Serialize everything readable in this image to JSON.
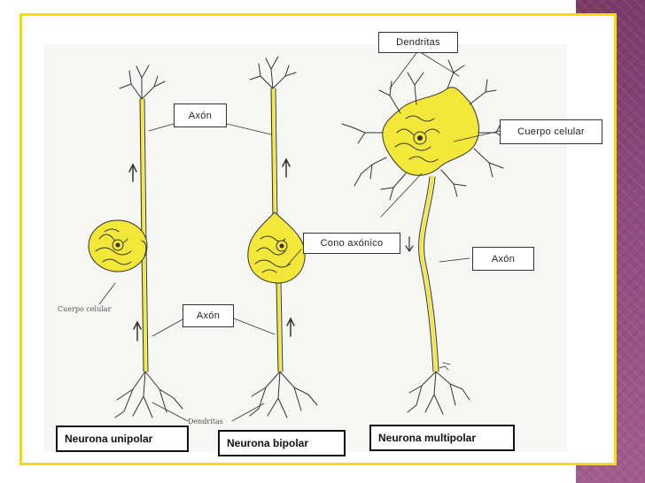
{
  "colors": {
    "frame": "#f2e000",
    "neuron_fill": "#f3e83a",
    "outline": "#333333",
    "side_panel": "#8d4a7c"
  },
  "labels": {
    "dendritas_top": "Dendritas",
    "axon_1": "Axón",
    "cuerpo_celular_right": "Cuerpo celular",
    "cono_axonico": "Cono axónico",
    "axon_3": "Axón",
    "axon_2": "Axón",
    "cuerpo_celular_left": "Cuerpo celular",
    "dendritas_bottom": "Dendritas"
  },
  "captions": {
    "unipolar": "Neurona unipolar",
    "bipolar": "Neurona bipolar",
    "multipolar": "Neurona multipolar"
  }
}
